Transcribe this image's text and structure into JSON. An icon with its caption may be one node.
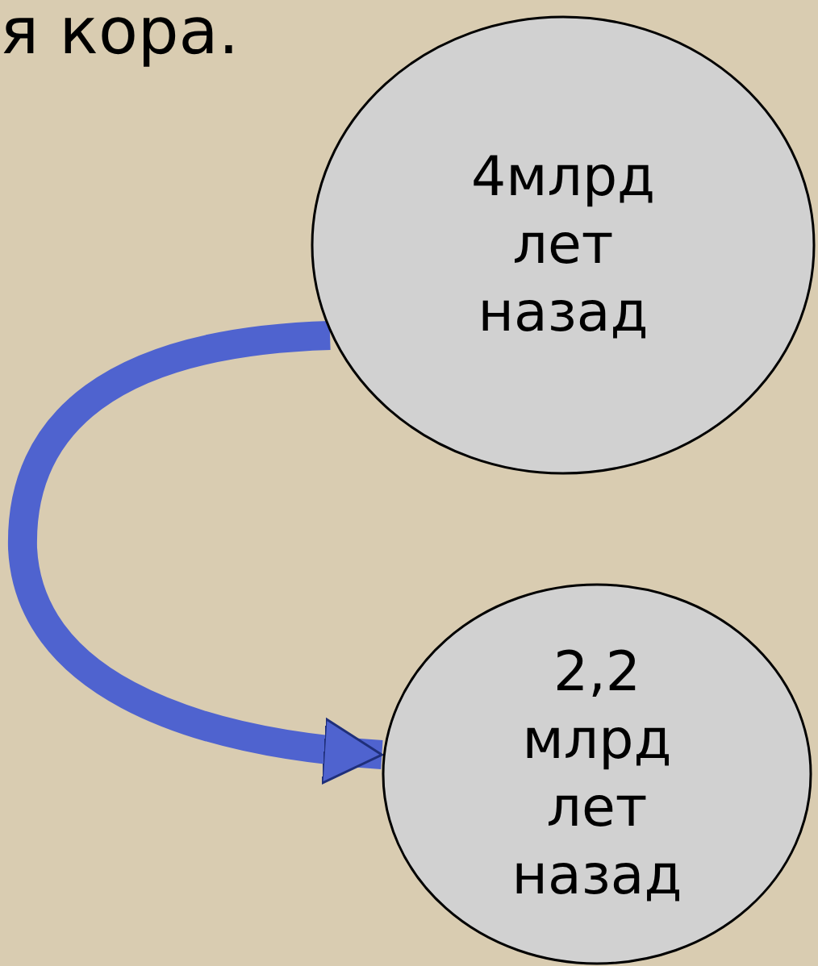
{
  "diagram": {
    "nodes": [
      {
        "text": [
          "4млрд лет назад"
        ]
      },
      {
        "text": [
          "2,2 млрд лет назад"
        ]
      }
    ],
    "edges": [
      {
        "from": 0,
        "to": 1,
        "arrow": "to"
      }
    ],
    "labels": [
      "я кора."
    ]
  }
}
